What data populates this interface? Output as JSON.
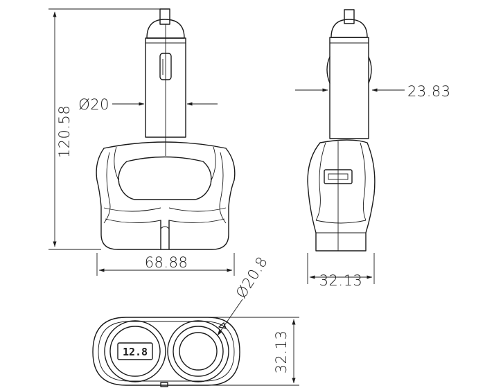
{
  "dimensions": {
    "total_height": "120.58",
    "plug_diameter": "Ø20",
    "contact_width": "23.83",
    "body_width": "68.88",
    "body_depth": "32.13",
    "socket_diameter": "Ø20.8",
    "bottom_depth": "32.13"
  },
  "display_reading": "12.8"
}
